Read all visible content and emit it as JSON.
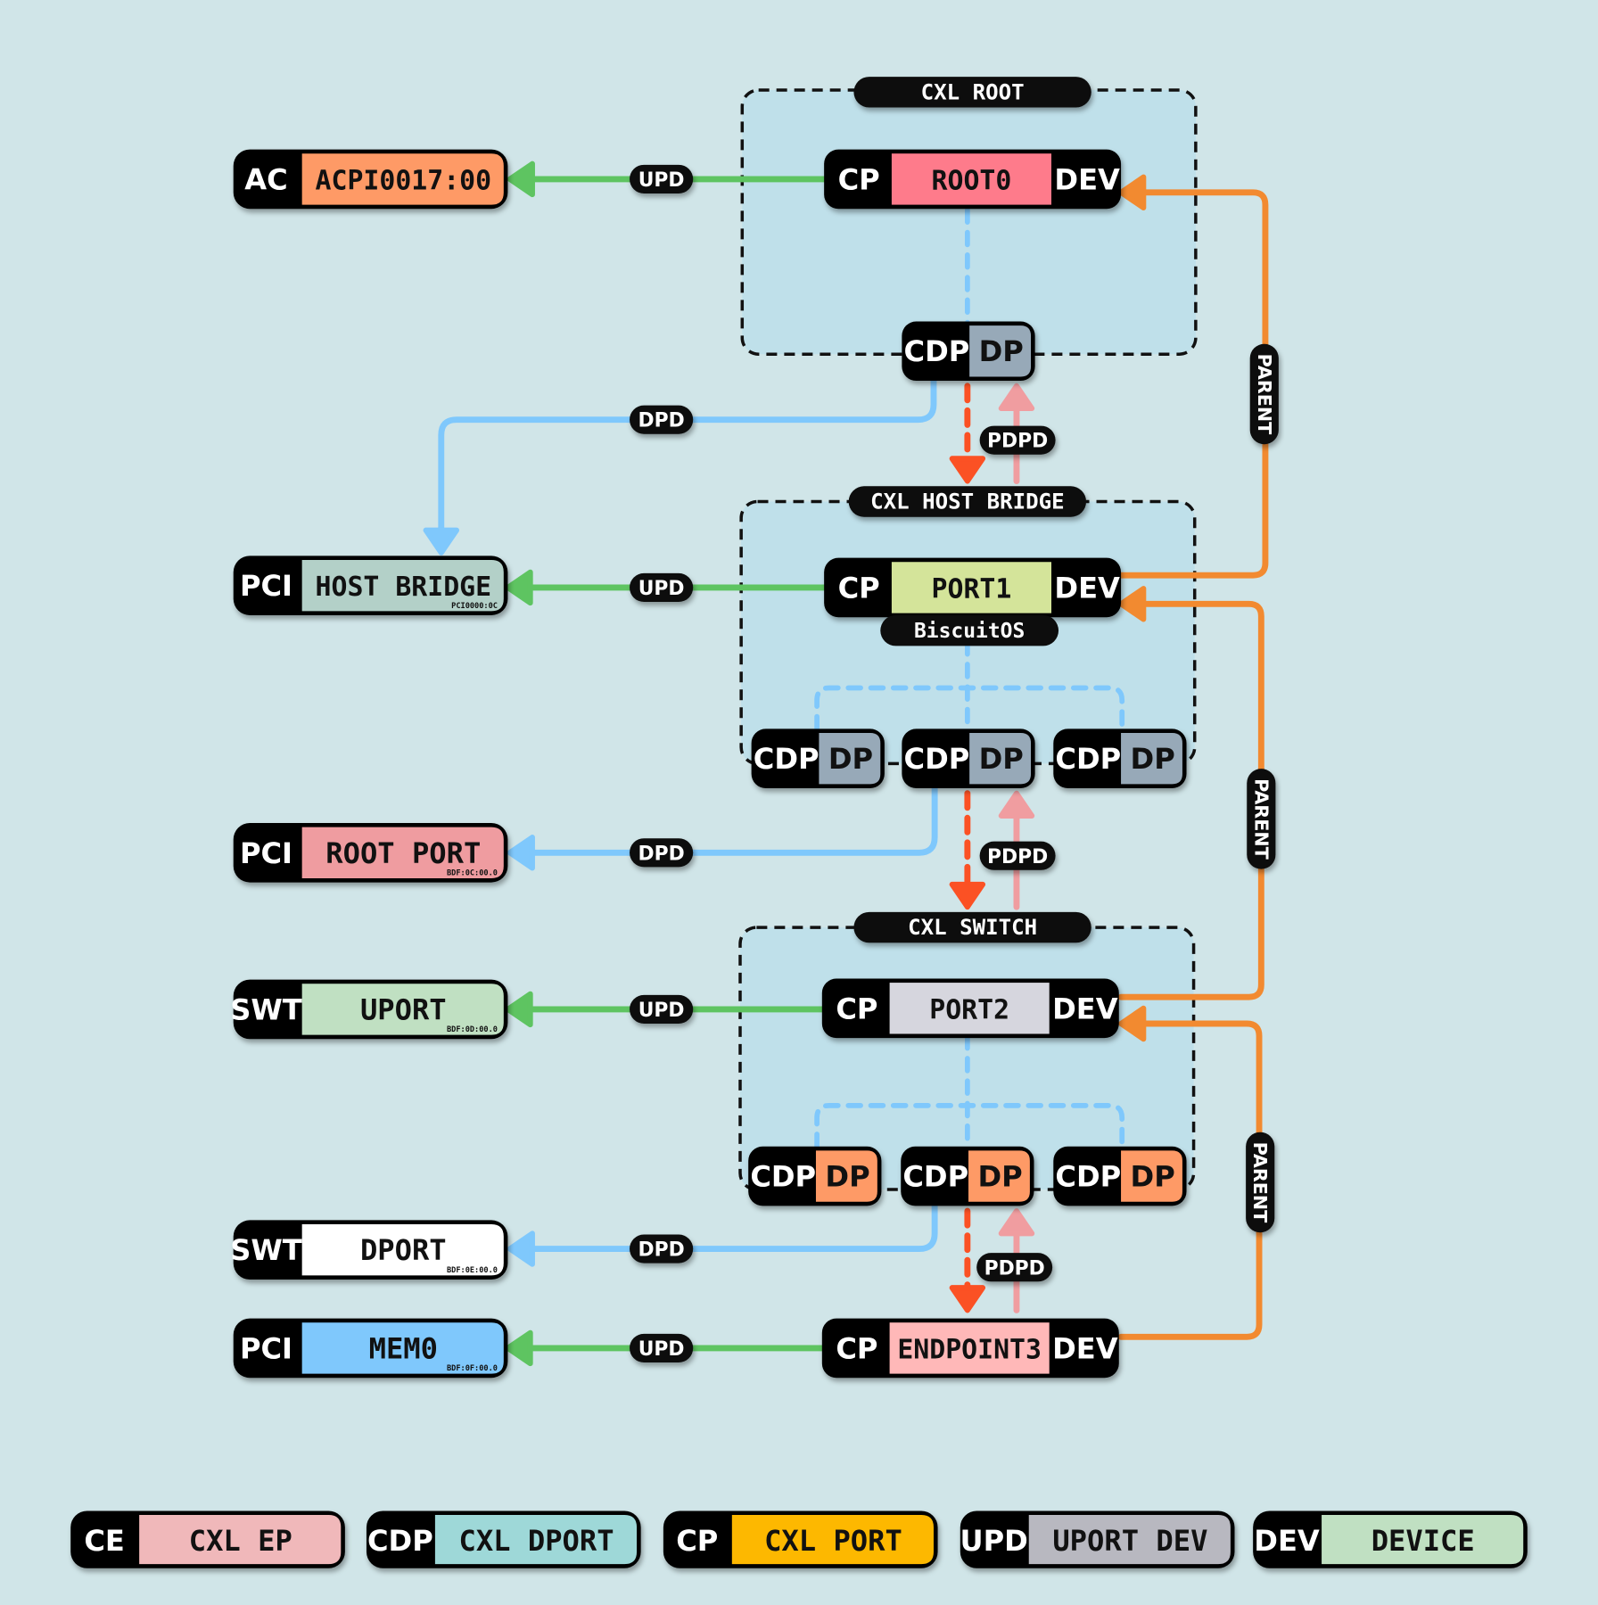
{
  "colors": {
    "background": "#d0e5e8",
    "group_fill": "#bfe0ea",
    "upd_line": "#5ec461",
    "dpd_line": "#7fc8fc",
    "parent_line": "#f28a30",
    "pdpd_down": "#fb5124",
    "pdpd_up": "#f09da0",
    "badge": "#0d0d0d"
  },
  "groups": [
    {
      "id": "cxl-root",
      "title": "CXL ROOT"
    },
    {
      "id": "cxl-host-bridge",
      "title": "CXL HOST BRIDGE"
    },
    {
      "id": "cxl-switch",
      "title": "CXL SWITCH"
    }
  ],
  "ports": [
    {
      "id": "root0",
      "left": "CP",
      "name": "ROOT0",
      "right": "DEV",
      "color": "#fe7b8b"
    },
    {
      "id": "port1",
      "left": "CP",
      "name": "PORT1",
      "right": "DEV",
      "color": "#d4e49a",
      "sublabel": "BiscuitOS"
    },
    {
      "id": "port2",
      "left": "CP",
      "name": "PORT2",
      "right": "DEV",
      "color": "#d6d6de"
    },
    {
      "id": "endpoint3",
      "left": "CP",
      "name": "ENDPOINT3",
      "right": "DEV",
      "color": "#ffb8b8"
    }
  ],
  "dports": [
    {
      "id": "root-dp",
      "left": "CDP",
      "right": "DP",
      "color": "#97a9b8"
    },
    {
      "id": "hb-dp-1",
      "left": "CDP",
      "right": "DP",
      "color": "#97a9b8"
    },
    {
      "id": "hb-dp-2",
      "left": "CDP",
      "right": "DP",
      "color": "#97a9b8"
    },
    {
      "id": "hb-dp-3",
      "left": "CDP",
      "right": "DP",
      "color": "#97a9b8"
    },
    {
      "id": "sw-dp-1",
      "left": "CDP",
      "right": "DP",
      "color": "#fe9a66"
    },
    {
      "id": "sw-dp-2",
      "left": "CDP",
      "right": "DP",
      "color": "#fe9a66"
    },
    {
      "id": "sw-dp-3",
      "left": "CDP",
      "right": "DP",
      "color": "#fe9a66"
    }
  ],
  "devices": [
    {
      "id": "acpi",
      "tag": "AC",
      "name": "ACPI0017:00",
      "sub": "",
      "color": "#fe9a66"
    },
    {
      "id": "host-bridge",
      "tag": "PCI",
      "name": "HOST BRIDGE",
      "sub": "PCI0000:0C",
      "color": "#b3d0c8"
    },
    {
      "id": "root-port",
      "tag": "PCI",
      "name": "ROOT PORT",
      "sub": "BDF:0C:00.0",
      "color": "#ef9ca0"
    },
    {
      "id": "uport",
      "tag": "SWT",
      "name": "UPORT",
      "sub": "BDF:0D:00.0",
      "color": "#c0e0c2"
    },
    {
      "id": "dport",
      "tag": "SWT",
      "name": "DPORT",
      "sub": "BDF:0E:00.0",
      "color": "#ffffff"
    },
    {
      "id": "mem0",
      "tag": "PCI",
      "name": "MEM0",
      "sub": "BDF:0F:00.0",
      "color": "#7fc8fc"
    }
  ],
  "edge_labels": {
    "upd": "UPD",
    "dpd": "DPD",
    "pdpd": "PDPD",
    "parent": "PARENT"
  },
  "legend": [
    {
      "tag": "CE",
      "label": "CXL EP",
      "color": "#f0b8ba"
    },
    {
      "tag": "CDP",
      "label": "CXL DPORT",
      "color": "#9ed8d8"
    },
    {
      "tag": "CP",
      "label": "CXL PORT",
      "color": "#fdb800"
    },
    {
      "tag": "UPD",
      "label": "UPORT DEV",
      "color": "#b8b8c0"
    },
    {
      "tag": "DEV",
      "label": "DEVICE",
      "color": "#c0e0c2"
    }
  ]
}
